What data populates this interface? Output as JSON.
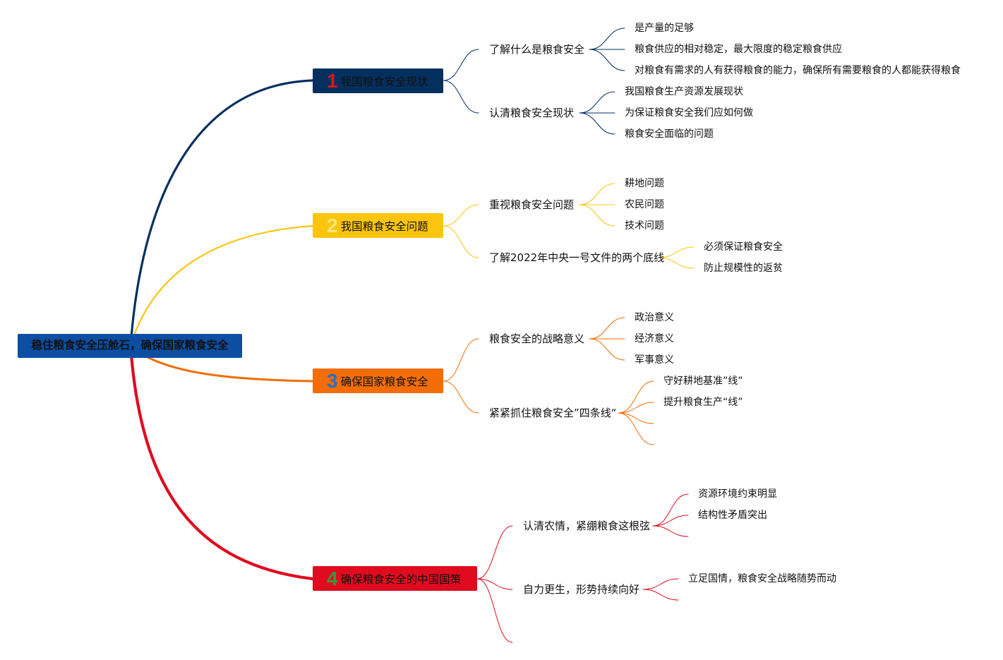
{
  "root": {
    "label": "稳住粮食安全压舱石，确保国家粮食安全"
  },
  "branches": [
    {
      "number": "1",
      "label": "我国粮食安全现状",
      "color": "#04305f",
      "number_color": "#e0141e",
      "children": [
        {
          "label": "了解什么是粮食安全",
          "children": [
            "是产量的足够",
            "粮食供应的相对稳定，最大限度的稳定粮食供应",
            "对粮食有需求的人有获得粮食的能力，确保所有需要粮食的人都能获得粮食"
          ]
        },
        {
          "label": "认清粮食安全现状",
          "children": [
            "我国粮食生产资源发展现状",
            "为保证粮食安全我们应如何做",
            "粮食安全面临的问题"
          ]
        }
      ]
    },
    {
      "number": "2",
      "label": "我国粮食安全问题",
      "color": "#fbc50f",
      "number_color": "#fde77a",
      "children": [
        {
          "label": "重视粮食安全问题",
          "children": [
            "耕地问题",
            "农民问题",
            "技术问题"
          ]
        },
        {
          "label": "了解2022年中央一号文件的两个底线",
          "children": [
            "必须保证粮食安全",
            "防止规模性的返贫"
          ]
        }
      ]
    },
    {
      "number": "3",
      "label": "确保国家粮食安全",
      "color": "#f26d06",
      "number_color": "#2a6fc4",
      "children": [
        {
          "label": "粮食安全的战略意义",
          "children": [
            "政治意义",
            "经济意义",
            "军事意义"
          ]
        },
        {
          "label": "紧紧抓住粮食安全”四条线“",
          "children": [
            "守好耕地基准”线”",
            "提升粮食生产“线”",
            "",
            ""
          ]
        }
      ]
    },
    {
      "number": "4",
      "label": "确保粮食安全的中国国策",
      "color": "#e00b1f",
      "number_color": "#2e9c38",
      "children": [
        {
          "label": "认清农情，紧绷粮食这根弦",
          "children": [
            "资源环境约束明显",
            "结构性矛盾突出",
            ""
          ]
        },
        {
          "label": "自力更生，形势持续向好",
          "children": [
            "立足国情，粮食安全战略随势而动",
            ""
          ]
        },
        {
          "label": "",
          "children": []
        }
      ]
    }
  ]
}
